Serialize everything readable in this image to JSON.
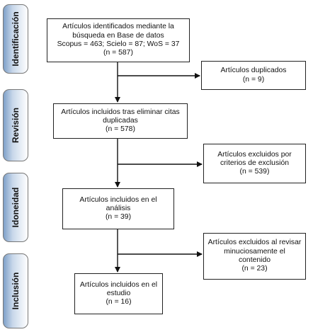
{
  "phases": [
    {
      "label": "Identificación"
    },
    {
      "label": "Revisión"
    },
    {
      "label": "Idoneidad"
    },
    {
      "label": "Inclusión"
    }
  ],
  "main_boxes": [
    {
      "lines": [
        "Artículos identificados mediante la",
        "búsqueda en Base de datos",
        "Scopus = 463; Scielo = 87; WoS = 37",
        "(n = 587)"
      ]
    },
    {
      "lines": [
        "Artículos incluidos tras eliminar citas",
        "duplicadas",
        "(n = 578)"
      ]
    },
    {
      "lines": [
        "Artículos incluidos en el",
        "análisis",
        "(n = 39)"
      ]
    },
    {
      "lines": [
        "Artículos incluidos en el",
        "estudio",
        "(n = 16)"
      ]
    }
  ],
  "excluded_boxes": [
    {
      "lines": [
        "Artículos duplicados",
        "(n = 9)"
      ]
    },
    {
      "lines": [
        "Artículos excluidos por",
        "criterios de exclusión",
        "(n = 539)"
      ]
    },
    {
      "lines": [
        "Artículos excluidos al revisar",
        "minuciosamente el",
        "contenido",
        "(n = 23)"
      ]
    }
  ]
}
